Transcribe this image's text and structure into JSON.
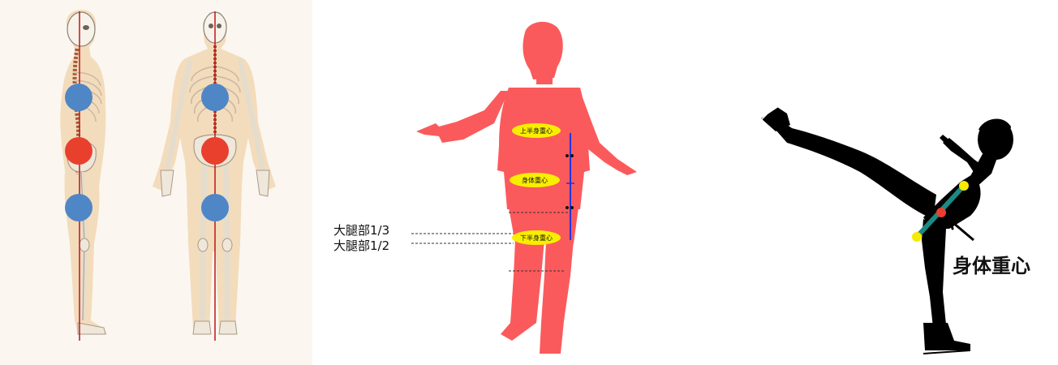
{
  "colors": {
    "center_of_mass_red": "#e8402d",
    "segment_mass_blue": "#4f86c6",
    "silhouette_coral": "#fb5a5c",
    "label_yellow": "#f8ee00",
    "midline_red": "#c0141a",
    "axis_blue": "#2233dd",
    "skater_black": "#000000",
    "segment_teal": "#1c8a84",
    "joint_yellow": "#f5ea00",
    "skin_tone": "#f5dfc0"
  },
  "silhouette": {
    "upper_body_center_label": "上半身重心",
    "body_center_label": "身体重心",
    "lower_body_center_label": "下半身重心",
    "thigh_third_label": "大腿部1/3",
    "thigh_half_label": "大腿部1/2"
  },
  "skater": {
    "center_label": "身体重心"
  }
}
